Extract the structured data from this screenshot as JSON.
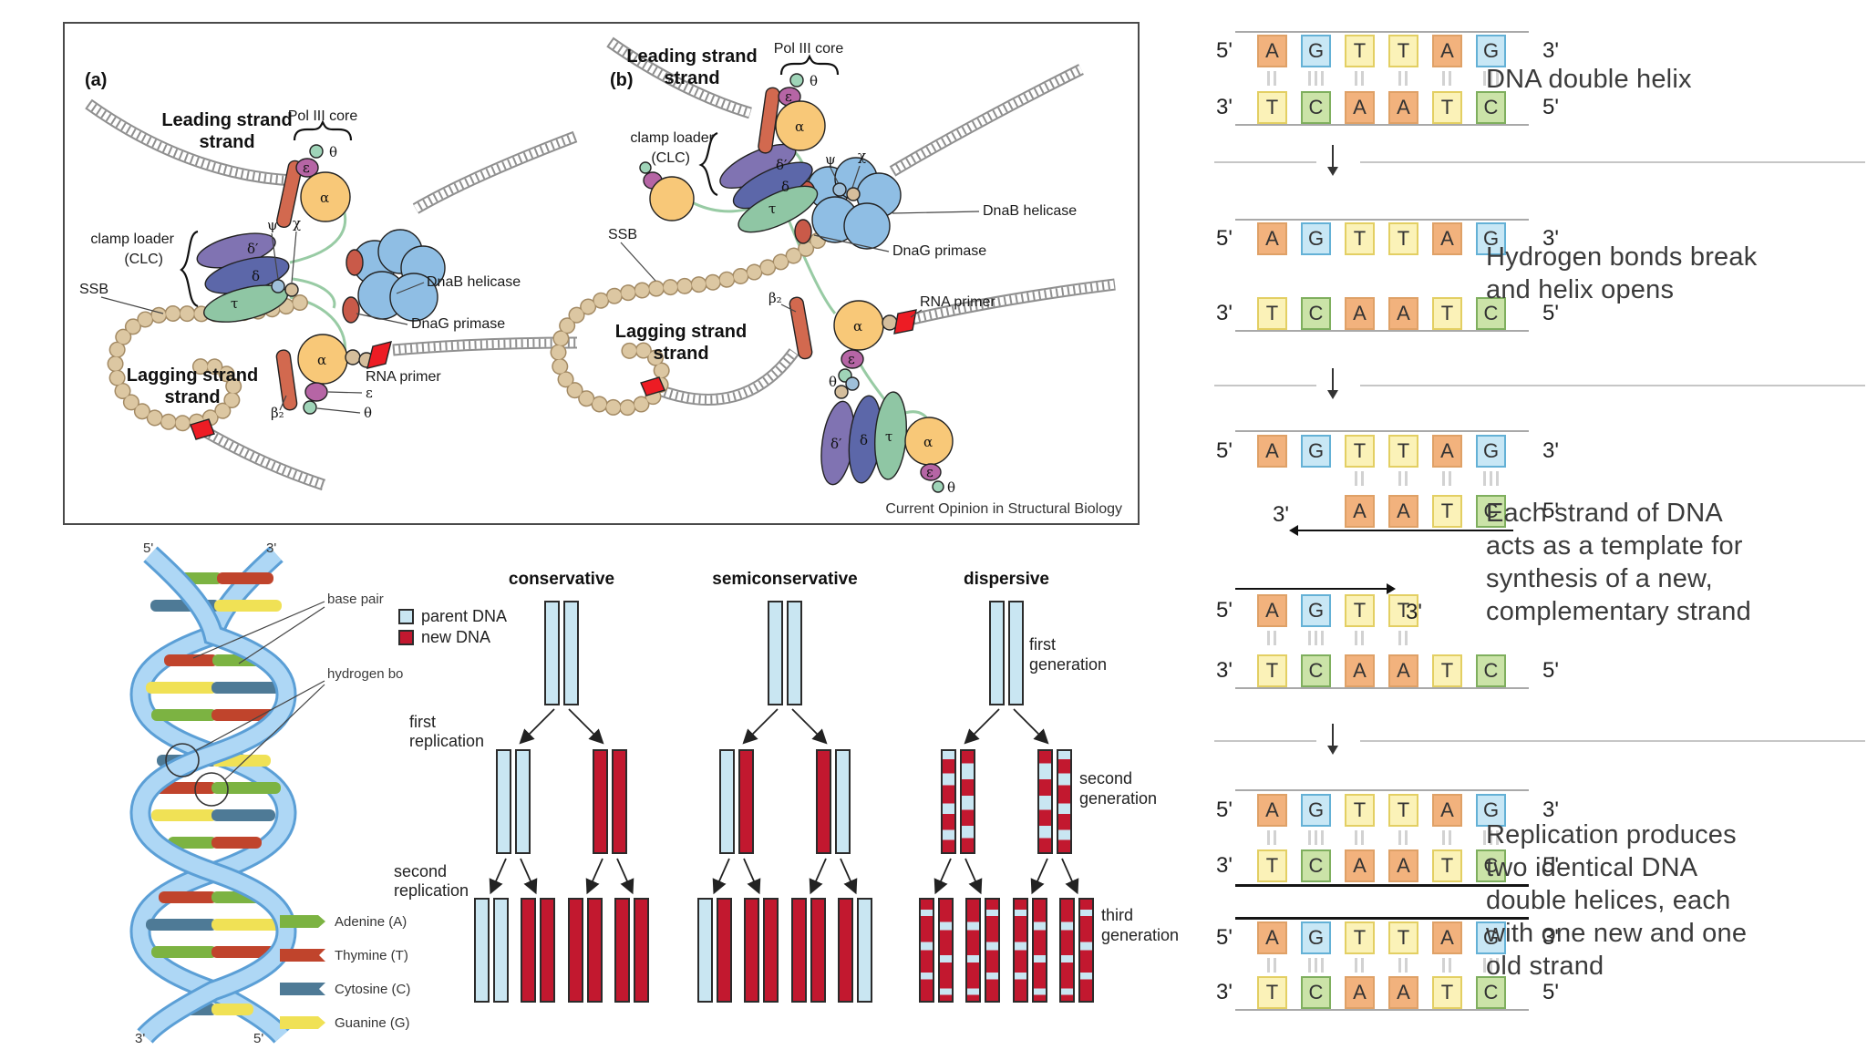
{
  "colors": {
    "base_A": "#f2b27d",
    "base_G": "#c8e7f5",
    "base_T": "#fbf2b8",
    "base_C": "#cbe3a8",
    "parent_dna": "#c9e6f2",
    "new_dna": "#c2182f",
    "helix_ribbon": "#aed7f5"
  },
  "replisome": {
    "panel_a_tag": "(a)",
    "panel_b_tag": "(b)",
    "labels": {
      "leading": "Leading strand",
      "pol_core": "Pol III core",
      "clamp_loader": "clamp loader",
      "clc": "(CLC)",
      "ssb": "SSB",
      "lagging": "Lagging strand",
      "helicase": "DnaB helicase",
      "primase": "DnaG primase",
      "primer": "RNA primer"
    },
    "greek": {
      "alpha": "α",
      "epsilon": "ε",
      "theta": "θ",
      "delta_prime": "δ′",
      "delta": "δ",
      "tau": "τ",
      "psi": "ψ",
      "chi": "χ",
      "beta2": "β₂"
    },
    "attribution": "Current Opinion in Structural Biology"
  },
  "helix": {
    "top_left": "5'",
    "top_right": "3'",
    "bottom_left": "3'",
    "bottom_right": "5'",
    "callout_base_pair": "base pair",
    "callout_hydrogen": "hydrogen bo",
    "legend": [
      {
        "name": "Adenine (A)",
        "color": "#7cb342"
      },
      {
        "name": "Thymine (T)",
        "color": "#c0442c"
      },
      {
        "name": "Cytosine (C)",
        "color": "#4e7a96"
      },
      {
        "name": "Guanine (G)",
        "color": "#f0e155"
      }
    ]
  },
  "models": {
    "headers": [
      "conservative",
      "semiconservative",
      "dispersive"
    ],
    "legend": {
      "parent": "parent DNA",
      "new": "new DNA"
    },
    "replication_labels": [
      "first replication",
      "second replication"
    ],
    "generation_labels": [
      "first generation",
      "second generation",
      "third generation"
    ]
  },
  "steps": {
    "end_5": "5'",
    "end_3": "3'",
    "seq_top": [
      "A",
      "G",
      "T",
      "T",
      "A",
      "G"
    ],
    "seq_bottom": [
      "T",
      "C",
      "A",
      "A",
      "T",
      "C"
    ],
    "new_bottom": [
      "A",
      "A",
      "T",
      "C"
    ],
    "new_top": [
      "A",
      "G",
      "T",
      "T"
    ],
    "captions": [
      "DNA double helix",
      "Hydrogen bonds break\nand helix opens",
      "Each strand of DNA\nacts as a template for\nsynthesis of a new,\ncomplementary strand",
      "Replication produces\ntwo identical DNA\ndouble helices, each\nwith one new and one\nold strand"
    ]
  }
}
